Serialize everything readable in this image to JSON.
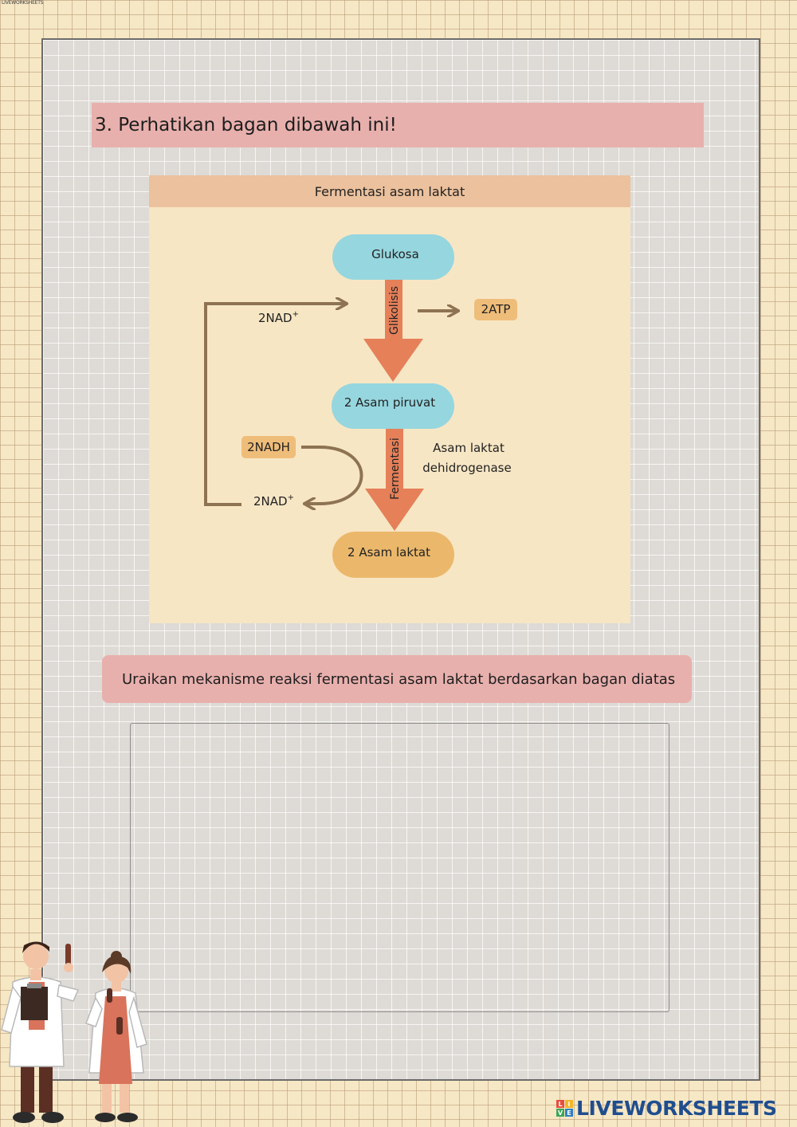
{
  "watermark_top": "LIVEWORKSHEETS",
  "question": {
    "text": "3. Perhatikan bagan dibawah ini!"
  },
  "diagram": {
    "title": "Fermentasi asam laktat",
    "nodes": {
      "glukosa": "Glukosa",
      "piruvat": "2 Asam piruvat",
      "laktat": "2 Asam laktat",
      "atp": "2ATP",
      "nadh": "2NADH",
      "nad_top": "2NAD",
      "nad_bottom": "2NAD",
      "nad_sup": "+"
    },
    "steps": {
      "glikolisis": "Glikolisis",
      "fermentasi": "Fermentasi"
    },
    "enzyme": {
      "line1": "Asam laktat",
      "line2": "dehidrogenase"
    },
    "colors": {
      "node_blue": "#96d6df",
      "node_orange": "#ebb86b",
      "label_orange": "#efbd7a",
      "main_arrow": "#e58059",
      "loop_arrow": "#8e7352"
    }
  },
  "instruction": {
    "text": "Uraikan mekanisme reaksi fermentasi asam laktat berdasarkan bagan diatas"
  },
  "answer": {
    "value": "",
    "placeholder": ""
  },
  "branding": {
    "logo_text": "LIVEWORKSHEETS",
    "icon_letters": [
      "L",
      "I",
      "V",
      "E"
    ],
    "icon_colors": [
      "#e94e3c",
      "#f3b62a",
      "#3aa657",
      "#2f7fc1"
    ]
  }
}
